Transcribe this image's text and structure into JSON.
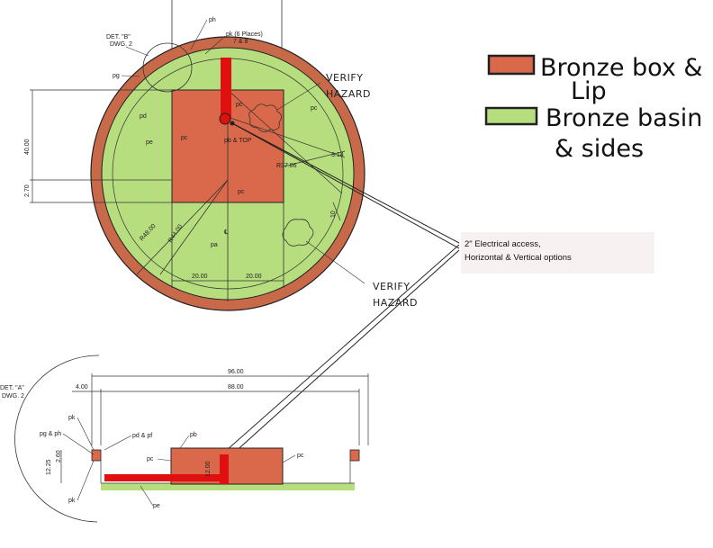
{
  "legend": {
    "items": [
      {
        "label_line1": "Bronze box &",
        "label_line2": "Lip",
        "color": "#d9694a"
      },
      {
        "label_line1": "Bronze basin",
        "label_line2": "& sides",
        "color": "#b6de7e"
      }
    ]
  },
  "note": {
    "line1": "2\" Electrical access,",
    "line2": "Horizontal & Vertical options"
  },
  "colors": {
    "ring": "#c86a4a",
    "basin": "#b6de7e",
    "box": "#d9694a",
    "conduit": "#e01010",
    "note_bg": "#f7f1f1"
  },
  "plan": {
    "labels": {
      "det_b": "DET. \"B\"",
      "dwg2_b": "DWG. 2",
      "ph": "ph",
      "pk_places": "pk (6 Places)",
      "seven_eight": "7 & 8",
      "pg": "pg",
      "pd": "pd",
      "pc_right": "pc",
      "pe_left": "pe",
      "pc_box": "pc",
      "pb_top": "pb & TOP",
      "pc_lower": "pc",
      "pa": "pa",
      "center_mark": "℄"
    },
    "hazard_top": [
      "VERIFY",
      "HAZARD"
    ],
    "hazard_bottom": [
      "VERIFY",
      "HAZARD"
    ],
    "dims": {
      "d40": "40.00",
      "d270": "2.70",
      "r37": "R37.86",
      "d314": "3.14",
      "d10": "10",
      "r48": "R48.00",
      "r44": "R44.00",
      "w20a": "20.00",
      "w20b": "20.00"
    }
  },
  "section": {
    "labels": {
      "det_a": "DET. \"A\"",
      "dwg2_a": "DWG. 2",
      "pk_top": "pk",
      "pg_ph": "pg & ph",
      "pk_bottom": "pk",
      "pd_pf": "pd & pf",
      "pb": "pb",
      "pc_left": "pc",
      "pc_right": "pc",
      "pe": "pe"
    },
    "dims": {
      "d96": "96.00",
      "d88": "88.00",
      "d4": "4.00",
      "d1225": "12.25",
      "d260": "2.60",
      "d1200": "12.00"
    }
  }
}
